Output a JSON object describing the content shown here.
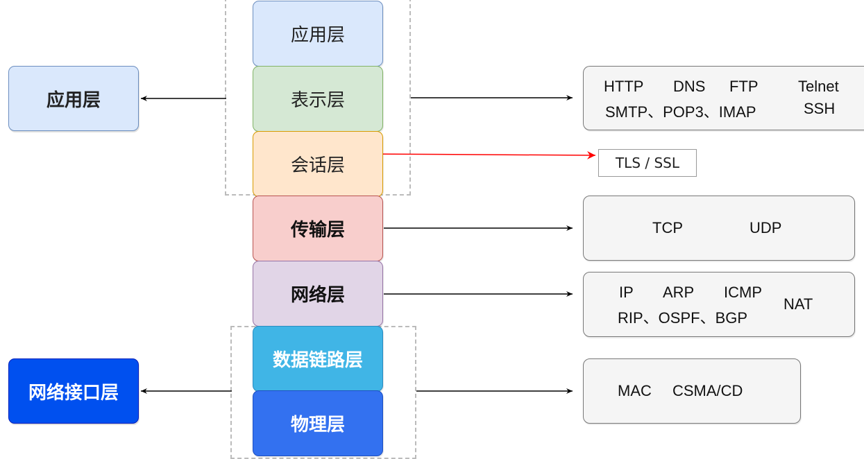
{
  "left_groups": {
    "application": {
      "label": "应用层",
      "fill": "#dae8fc",
      "stroke": "#6c8ebf"
    },
    "network_interface": {
      "label": "网络接口层",
      "fill": "#0050ef",
      "stroke": "#001dbc",
      "text_color": "#ffffff"
    }
  },
  "layers": [
    {
      "id": "application",
      "label": "应用层",
      "fill": "#dae8fc",
      "stroke": "#6c8ebf",
      "text_color": "#222222"
    },
    {
      "id": "presentation",
      "label": "表示层",
      "fill": "#d5e8d4",
      "stroke": "#82b366",
      "text_color": "#222222"
    },
    {
      "id": "session",
      "label": "会话层",
      "fill": "#ffe6cc",
      "stroke": "#d79b00",
      "text_color": "#222222"
    },
    {
      "id": "transport",
      "label": "传输层",
      "fill": "#f8cecc",
      "stroke": "#b85450",
      "text_color": "#111111"
    },
    {
      "id": "network",
      "label": "网络层",
      "fill": "#e1d5e7",
      "stroke": "#9673a6",
      "text_color": "#111111"
    },
    {
      "id": "datalink",
      "label": "数据链路层",
      "fill": "#40b5e6",
      "stroke": "#2a8cc0",
      "text_color": "#ffffff"
    },
    {
      "id": "physical",
      "label": "物理层",
      "fill": "#3371f0",
      "stroke": "#1d4fc0",
      "text_color": "#ffffff"
    }
  ],
  "protocols": {
    "application": {
      "http": "HTTP",
      "dns": "DNS",
      "ftp": "FTP",
      "telnet": "Telnet",
      "line2": "SMTP、POP3、IMAP",
      "ssh": "SSH"
    },
    "session": {
      "tls": "TLS / SSL"
    },
    "transport": {
      "tcp": "TCP",
      "udp": "UDP"
    },
    "network": {
      "ip": "IP",
      "arp": "ARP",
      "icmp": "ICMP",
      "line2": "RIP、OSPF、BGP",
      "nat": "NAT"
    },
    "link": {
      "mac": "MAC",
      "csma": "CSMA/CD"
    }
  },
  "colors": {
    "arrow": "#000000",
    "session_arrow": "#ff0000",
    "dashed_border": "#bbbbbb"
  }
}
